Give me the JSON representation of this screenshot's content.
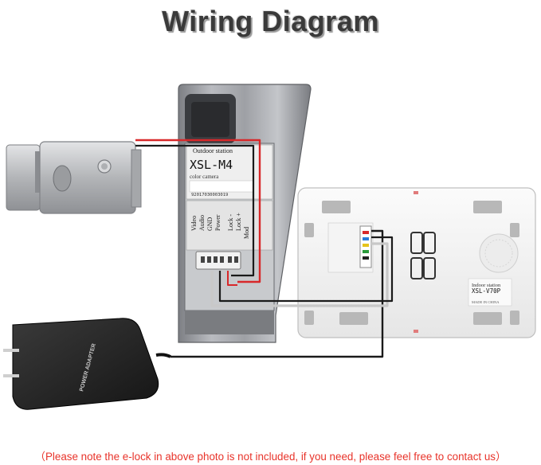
{
  "title": "Wiring Diagram",
  "footnote": "（Please note the e-lock in above photo is not included, if you need, please feel free to contact us）",
  "outdoor_station": {
    "label": "Outdoor station",
    "model": "XSL-M4",
    "sub": "color camera",
    "serial": "92017030003019",
    "terminals_left": [
      "Video",
      "Audio",
      "GND",
      "Power"
    ],
    "terminals_right": [
      "Lock -",
      "Lock +",
      "Mod"
    ]
  },
  "indoor_station": {
    "label": "Indoor station",
    "model": "XSL-V70P",
    "made_in": "MADE IN CHINA"
  },
  "adapter": {
    "label": "POWER ADAPTER"
  },
  "colors": {
    "wire_red": "#d8282a",
    "wire_black": "#1a1a1a",
    "wire_white": "#c8c8c8",
    "title": "#3a3a3a",
    "footnote": "#e8332a"
  }
}
